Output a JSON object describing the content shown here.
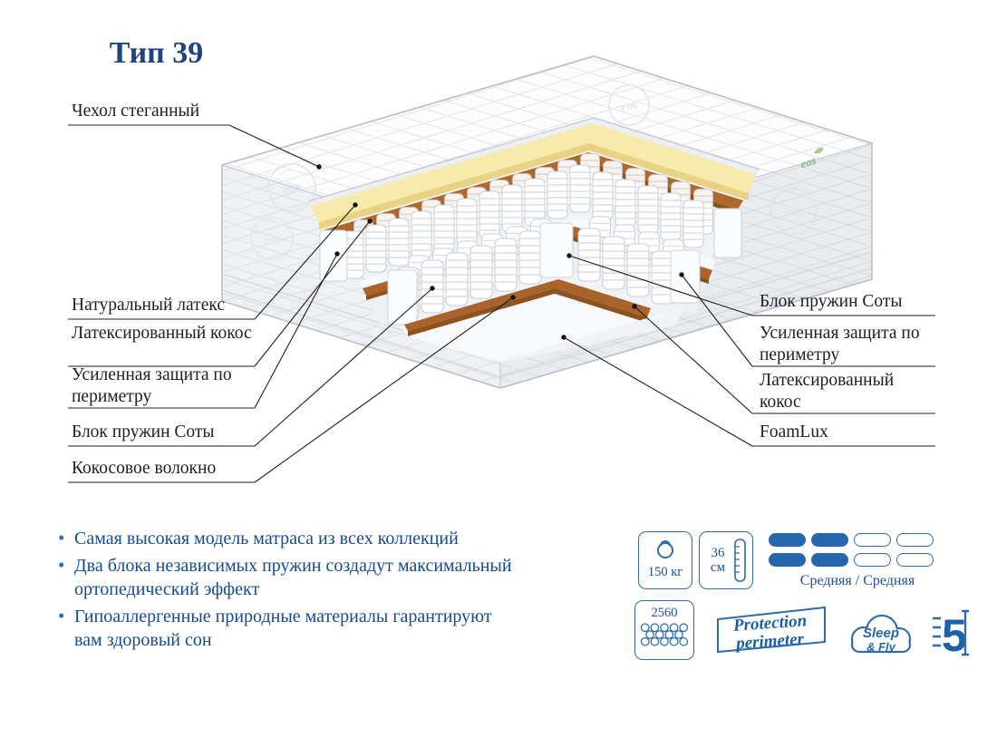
{
  "title": "Тип 39",
  "watermark": "eos",
  "labels": {
    "left": [
      {
        "text": "Чехол стеганный"
      },
      {
        "text": "Натуральный латекс"
      },
      {
        "text": "Латексированный кокос"
      },
      {
        "text": "Усиленная защита по периметру"
      },
      {
        "text": "Блок пружин Соты"
      },
      {
        "text": "Кокосовое волокно"
      }
    ],
    "right": [
      {
        "text": "Блок пружин Соты"
      },
      {
        "text": "Усиленная защита по периметру"
      },
      {
        "text": "Латексированный кокос"
      },
      {
        "text": "FoamLux"
      }
    ]
  },
  "features": [
    "Самая высокая модель матраса из всех коллекций",
    "Два блока независимых пружин создадут максимальный ортопедический эффект",
    "Гипоаллергенные природные материалы гарантируют вам здоровый сон"
  ],
  "specs": {
    "max_weight": "150 кг",
    "height": "36 см",
    "firmness": "Средняя / Средняя",
    "springs_count": "2560",
    "protection_line1": "Protection",
    "protection_line2": "perimeter",
    "brand_line1": "Sleep",
    "brand_line2": "& Fly",
    "warranty_years": "5"
  },
  "colors": {
    "accent": "#2e6cab",
    "text_blue": "#174b8c",
    "latex": "#f6ebad",
    "coconut": "#aa632b"
  }
}
